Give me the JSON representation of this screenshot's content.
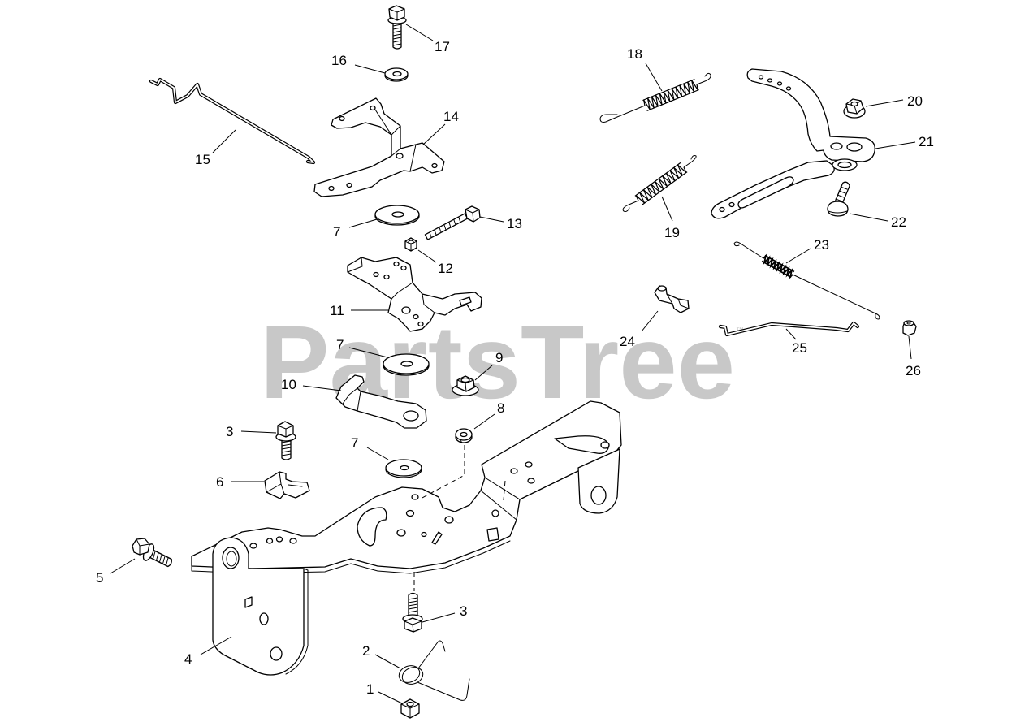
{
  "watermark": {
    "text": "PartsTree",
    "mark": "™"
  },
  "callouts": [
    "17",
    "16",
    "15",
    "14",
    "18",
    "20",
    "21",
    "22",
    "19",
    "7",
    "13",
    "12",
    "23",
    "11",
    "24",
    "25",
    "26",
    "7",
    "9",
    "10",
    "8",
    "3",
    "7",
    "6",
    "5",
    "3",
    "4",
    "2",
    "1"
  ],
  "colors": {
    "line": "#000000",
    "watermark": "#c8c8c8",
    "background": "#ffffff"
  }
}
